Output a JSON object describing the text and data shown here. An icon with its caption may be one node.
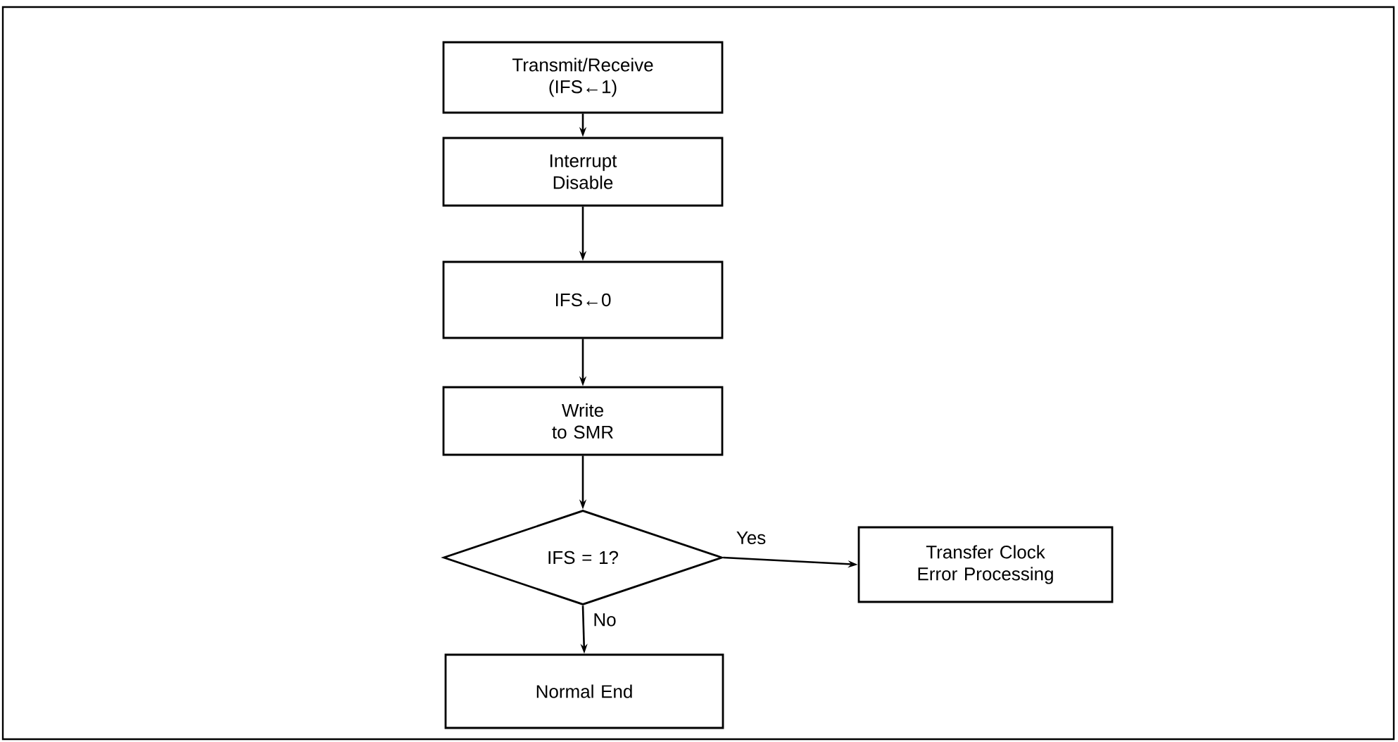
{
  "diagram": {
    "nodes": [
      {
        "text": [
          "Transmit/Receive (IFS←1)"
        ]
      },
      {
        "text": [
          "Interrupt Disable"
        ]
      },
      {
        "text": [
          "IFS←0"
        ]
      },
      {
        "text": [
          "Write to SMR"
        ]
      },
      {
        "text": [
          "IFS = 1?"
        ]
      },
      {
        "text": [
          "Transfer Clock Error Processing"
        ]
      },
      {
        "text": [
          "Normal End"
        ]
      }
    ],
    "edges": [
      {
        "from": 0,
        "to": 1,
        "arrow": "to"
      },
      {
        "from": 1,
        "to": 2,
        "arrow": "to"
      },
      {
        "from": 2,
        "to": 3,
        "arrow": "to"
      },
      {
        "from": 3,
        "to": 4,
        "arrow": "to"
      },
      {
        "from": 4,
        "to": 5,
        "arrow": "to",
        "label": "Yes"
      },
      {
        "from": 4,
        "to": 6,
        "arrow": "to",
        "label": "No"
      }
    ]
  }
}
